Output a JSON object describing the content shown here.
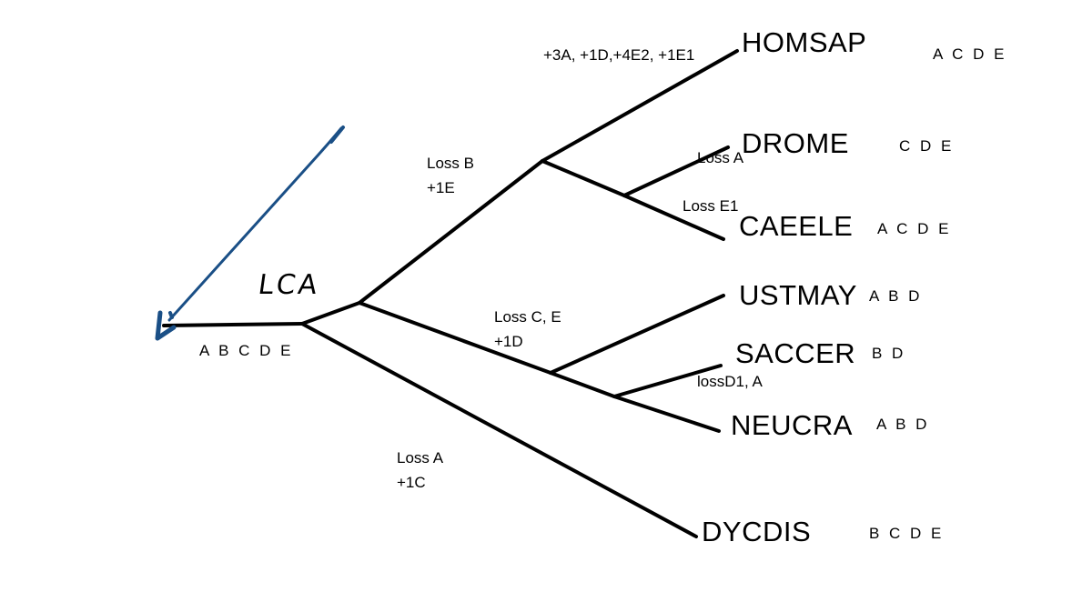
{
  "root": {
    "label": "LCA",
    "genes": "A B C D E"
  },
  "taxa": [
    {
      "name": "HOMSAP",
      "genes": "A C D E"
    },
    {
      "name": "DROME",
      "genes": "C D E"
    },
    {
      "name": "CAEELE",
      "genes": "A C D E"
    },
    {
      "name": "USTMAY",
      "genes": "A B D"
    },
    {
      "name": "SACCER",
      "genes": "B D"
    },
    {
      "name": "NEUCRA",
      "genes": "A B D"
    },
    {
      "name": "DYCDIS",
      "genes": "B C D E"
    }
  ],
  "events": [
    {
      "text": "+3A, +1D,+4E2, +1E1"
    },
    {
      "line1": "Loss B",
      "line2": "+1E"
    },
    {
      "text": "Loss A"
    },
    {
      "text": "Loss E1"
    },
    {
      "line1": "Loss C, E",
      "line2": "+1D"
    },
    {
      "text": "lossD1, A"
    },
    {
      "line1": "Loss A",
      "line2": "+1C"
    }
  ],
  "colors": {
    "tree": "#000000",
    "annotation": "#1a4f86"
  }
}
